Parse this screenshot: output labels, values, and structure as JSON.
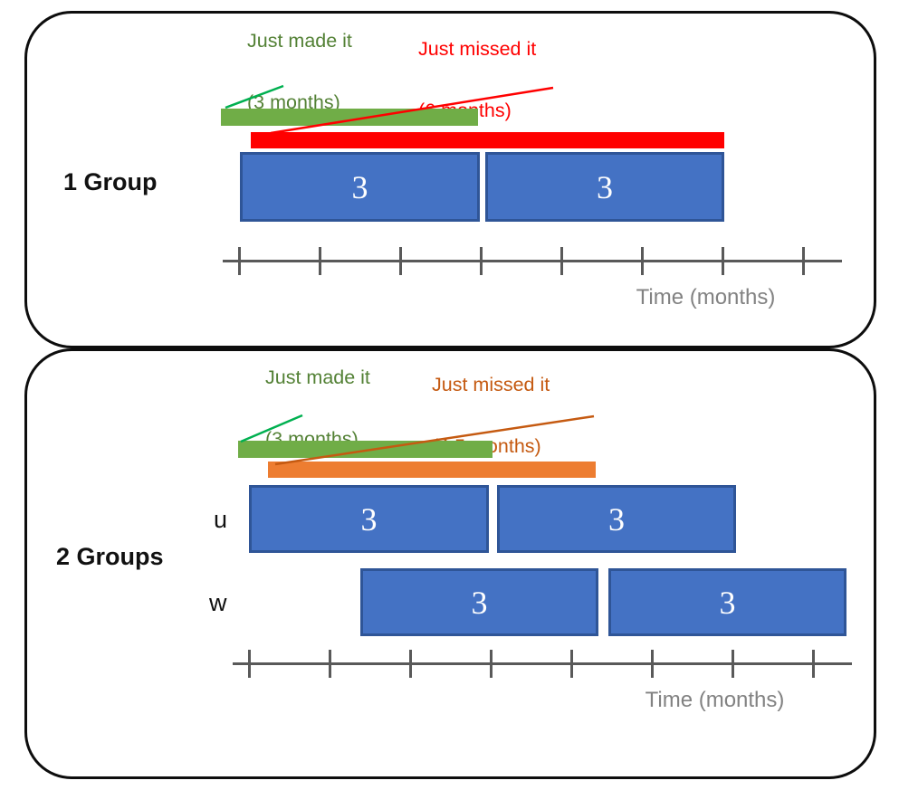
{
  "diagram": {
    "panel1": {
      "title": "1 Group",
      "made_it": {
        "line1": "Just made it",
        "line2": "(3 months)"
      },
      "missed_it": {
        "line1": "Just missed it",
        "line2": "(6 months)"
      },
      "segments": {
        "box1": "3",
        "box2": "3"
      },
      "axis_label": "Time (months)"
    },
    "panel2": {
      "title": "2 Groups",
      "made_it": {
        "line1": "Just made it",
        "line2": "(3 months)"
      },
      "missed_it": {
        "line1": "Just missed it",
        "line2": "(4.5 months)"
      },
      "rows": {
        "u": "u",
        "w": "w"
      },
      "segments": {
        "u_box1": "3",
        "u_box2": "3",
        "w_box1": "3",
        "w_box2": "3"
      },
      "axis_label": "Time (months)"
    },
    "colors": {
      "made_bar_green": "#70AD47",
      "made_text_green": "#538135",
      "missed_bar_red": "#FF0000",
      "missed_text_red": "#FF0000",
      "missed_bar_orange": "#ED7D31",
      "missed_text_orange": "#C55A11",
      "leader_line_green": "#00B050",
      "window_box_fill": "#4472C4",
      "window_box_border": "#2F5597",
      "axis_gray": "#595959",
      "axis_label_gray": "#828282",
      "panel_border_black": "#0d0d0d"
    }
  }
}
